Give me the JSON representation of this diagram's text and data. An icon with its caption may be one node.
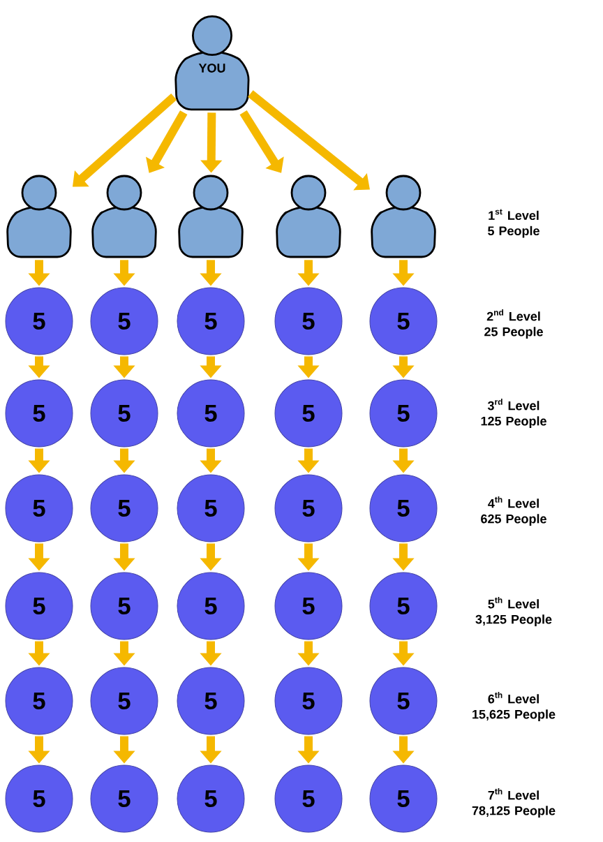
{
  "diagram": {
    "nodes": [
      {
        "text": [
          "YOU"
        ]
      },
      {
        "text": [],
        "shape": "person"
      },
      {
        "text": [],
        "shape": "person"
      },
      {
        "text": [],
        "shape": "person"
      },
      {
        "text": [],
        "shape": "person"
      },
      {
        "text": [],
        "shape": "person"
      },
      {
        "text": [
          "5"
        ]
      },
      {
        "text": [
          "5"
        ]
      },
      {
        "text": [
          "5"
        ]
      },
      {
        "text": [
          "5"
        ]
      },
      {
        "text": [
          "5"
        ]
      },
      {
        "text": [
          "5"
        ]
      },
      {
        "text": [
          "5"
        ]
      },
      {
        "text": [
          "5"
        ]
      },
      {
        "text": [
          "5"
        ]
      },
      {
        "text": [
          "5"
        ]
      },
      {
        "text": [
          "5"
        ]
      },
      {
        "text": [
          "5"
        ]
      },
      {
        "text": [
          "5"
        ]
      },
      {
        "text": [
          "5"
        ]
      },
      {
        "text": [
          "5"
        ]
      },
      {
        "text": [
          "5"
        ]
      },
      {
        "text": [
          "5"
        ]
      },
      {
        "text": [
          "5"
        ]
      },
      {
        "text": [
          "5"
        ]
      },
      {
        "text": [
          "5"
        ]
      },
      {
        "text": [
          "5"
        ]
      },
      {
        "text": [
          "5"
        ]
      },
      {
        "text": [
          "5"
        ]
      },
      {
        "text": [
          "5"
        ]
      },
      {
        "text": [
          "5"
        ]
      },
      {
        "text": [
          "5"
        ]
      },
      {
        "text": [
          "5"
        ]
      },
      {
        "text": [
          "5"
        ]
      },
      {
        "text": [
          "5"
        ]
      },
      {
        "text": [
          "5"
        ]
      }
    ],
    "edges": [
      {
        "from": 0,
        "to": 1,
        "arrow": "to"
      },
      {
        "from": 0,
        "to": 2,
        "arrow": "to"
      },
      {
        "from": 0,
        "to": 3,
        "arrow": "to"
      },
      {
        "from": 0,
        "to": 4,
        "arrow": "to"
      },
      {
        "from": 0,
        "to": 5,
        "arrow": "to"
      },
      {
        "from": 1,
        "to": 6,
        "arrow": "to"
      },
      {
        "from": 2,
        "to": 7,
        "arrow": "to"
      },
      {
        "from": 3,
        "to": 8,
        "arrow": "to"
      },
      {
        "from": 4,
        "to": 9,
        "arrow": "to"
      },
      {
        "from": 5,
        "to": 10,
        "arrow": "to"
      },
      {
        "from": 6,
        "to": 11,
        "arrow": "to"
      },
      {
        "from": 7,
        "to": 12,
        "arrow": "to"
      },
      {
        "from": 8,
        "to": 13,
        "arrow": "to"
      },
      {
        "from": 9,
        "to": 14,
        "arrow": "to"
      },
      {
        "from": 10,
        "to": 15,
        "arrow": "to"
      },
      {
        "from": 11,
        "to": 16,
        "arrow": "to"
      },
      {
        "from": 12,
        "to": 17,
        "arrow": "to"
      },
      {
        "from": 13,
        "to": 18,
        "arrow": "to"
      },
      {
        "from": 14,
        "to": 19,
        "arrow": "to"
      },
      {
        "from": 15,
        "to": 20,
        "arrow": "to"
      },
      {
        "from": 16,
        "to": 21,
        "arrow": "to"
      },
      {
        "from": 17,
        "to": 22,
        "arrow": "to"
      },
      {
        "from": 18,
        "to": 23,
        "arrow": "to"
      },
      {
        "from": 19,
        "to": 24,
        "arrow": "to"
      },
      {
        "from": 20,
        "to": 25,
        "arrow": "to"
      },
      {
        "from": 21,
        "to": 26,
        "arrow": "to"
      },
      {
        "from": 22,
        "to": 27,
        "arrow": "to"
      },
      {
        "from": 23,
        "to": 28,
        "arrow": "to"
      },
      {
        "from": 24,
        "to": 29,
        "arrow": "to"
      },
      {
        "from": 25,
        "to": 30,
        "arrow": "to"
      },
      {
        "from": 26,
        "to": 31,
        "arrow": "to"
      },
      {
        "from": 27,
        "to": 32,
        "arrow": "to"
      },
      {
        "from": 28,
        "to": 33,
        "arrow": "to"
      },
      {
        "from": 29,
        "to": 34,
        "arrow": "to"
      },
      {
        "from": 30,
        "to": 35,
        "arrow": "to"
      }
    ],
    "labels": [
      "1$^{st}$ Level 5 People",
      "2$^{nd}$ Level 25 People",
      "3$^{rd}$ Level 125 People",
      "4$^{th}$ Level 625 People",
      "5$^{th}$ Level 3,125 People",
      "6$^{th}$ Level 15,625 People",
      "7$^{th}$ Level 78,125 People"
    ]
  }
}
